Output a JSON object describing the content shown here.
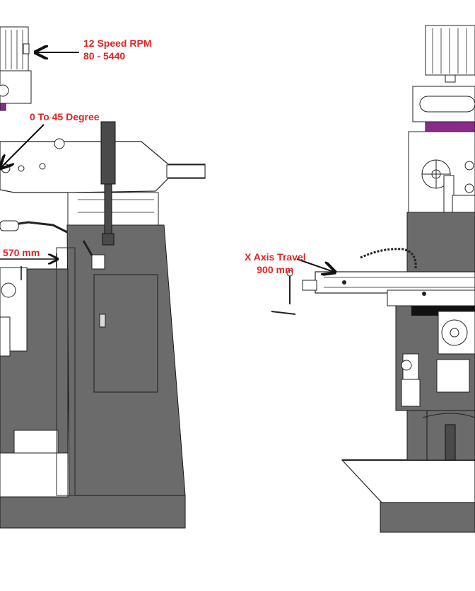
{
  "annotations": {
    "spindle_speed": {
      "line1": "12 Speed RPM",
      "line2": "80 - 5440"
    },
    "head_tilt": {
      "text": "0 To 45 Degree"
    },
    "ram_travel": {
      "text": "570 mm"
    },
    "x_axis_travel": {
      "line1": "X Axis Travel",
      "line2": "900 mm"
    }
  },
  "colors": {
    "annotation_text": "#e02424",
    "machine_body": "#6b6b6b",
    "outline": "#1a1a1a",
    "motor_band": "#8a2b8a",
    "background": "#ffffff"
  }
}
